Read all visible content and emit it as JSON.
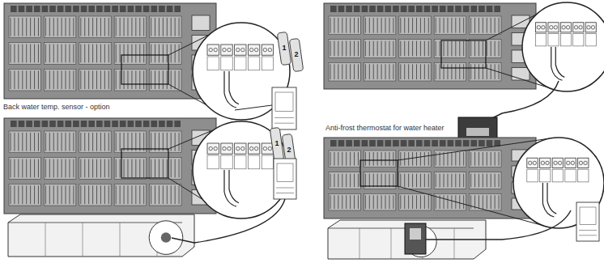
{
  "diagram": {
    "labels": [
      "1",
      "2",
      "Back water temp. sensor - option",
      "1",
      "2",
      "Anti-frost thermostat for water heater"
    ]
  }
}
